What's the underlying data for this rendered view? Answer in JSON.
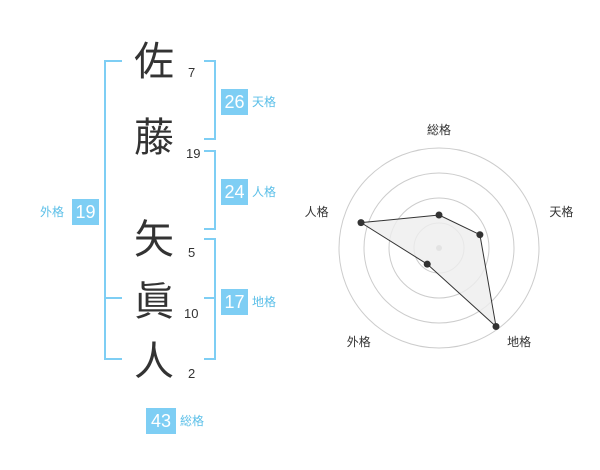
{
  "name": {
    "chars": [
      "佐",
      "藤",
      "矢",
      "眞",
      "人"
    ],
    "strokes": [
      "7",
      "19",
      "5",
      "10",
      "2"
    ]
  },
  "fortunes": {
    "tenkaku": {
      "value": "26",
      "label": "天格"
    },
    "jinkaku": {
      "value": "24",
      "label": "人格"
    },
    "chikaku": {
      "value": "17",
      "label": "地格"
    },
    "gaikaku": {
      "value": "19",
      "label": "外格"
    },
    "soukaku": {
      "value": "43",
      "label": "総格"
    }
  },
  "radar": {
    "labels": [
      "総格",
      "天格",
      "地格",
      "外格",
      "人格"
    ],
    "values": [
      0.33,
      0.43,
      0.97,
      0.2,
      0.82
    ],
    "line_color": "#333333",
    "fill_color": "#eeeeee",
    "ring_color": "#cccccc"
  }
}
